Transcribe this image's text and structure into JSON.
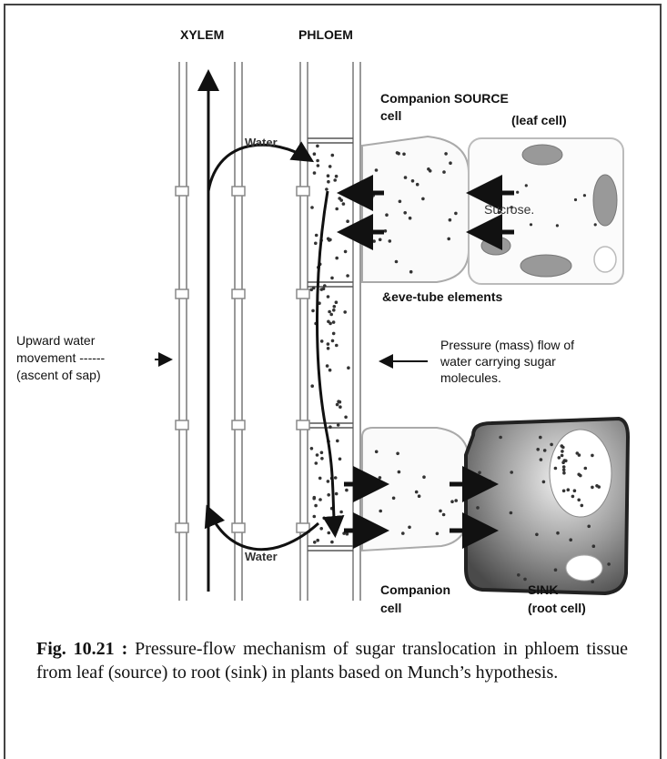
{
  "labels": {
    "xylem": "XYLEM",
    "phloem": "PHLOEM",
    "companion_source": "Companion SOURCE",
    "cell_top": "cell",
    "leaf_cell": "(leaf cell)",
    "water_top": "Water",
    "sucrose": "Sucrose.",
    "sieve_tube": "&eve-tube elements",
    "upward_1": "Upward water",
    "upward_2": "movement ------",
    "upward_3": "(ascent of sap)",
    "pressure_1": "Pressure (mass) flow of",
    "pressure_2": "water carrying sugar",
    "pressure_3": "molecules.",
    "water_bottom": "Water",
    "companion_bottom": "Companion",
    "cell_bottom": "cell",
    "sink": "SINK",
    "root_cell": "(root cell)"
  },
  "caption": {
    "figure_label": "Fig. 10.21 :",
    "text": " Pressure-flow mechanism of sugar translocation in phloem tissue from leaf (source) to root (sink) in plants based on Munch’s hypothesis."
  }
}
